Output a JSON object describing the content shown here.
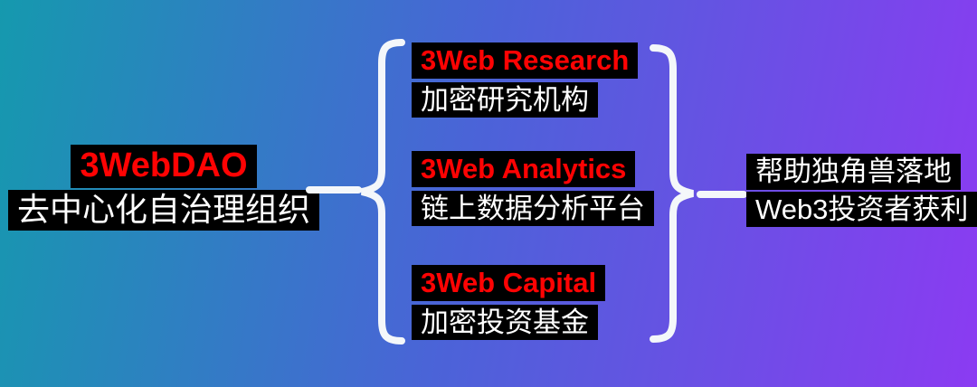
{
  "left": {
    "title": "3WebDAO",
    "subtitle": "去中心化自治理组织"
  },
  "middle": {
    "items": [
      {
        "title": "3Web Research",
        "subtitle": "加密研究机构"
      },
      {
        "title": "3Web Analytics",
        "subtitle": "链上数据分析平台"
      },
      {
        "title": "3Web Capital",
        "subtitle": "加密投资基金"
      }
    ]
  },
  "right": {
    "line1": "帮助独角兽落地",
    "line2": "Web3投资者获利"
  },
  "colors": {
    "accent_red": "#ff0303",
    "label_bg": "#000000",
    "label_fg": "#ffffff",
    "brace_color": "#f4f7fa",
    "bg_start": "#1599ae",
    "bg_mid": "#4b63d8",
    "bg_end": "#8b3bf2"
  }
}
